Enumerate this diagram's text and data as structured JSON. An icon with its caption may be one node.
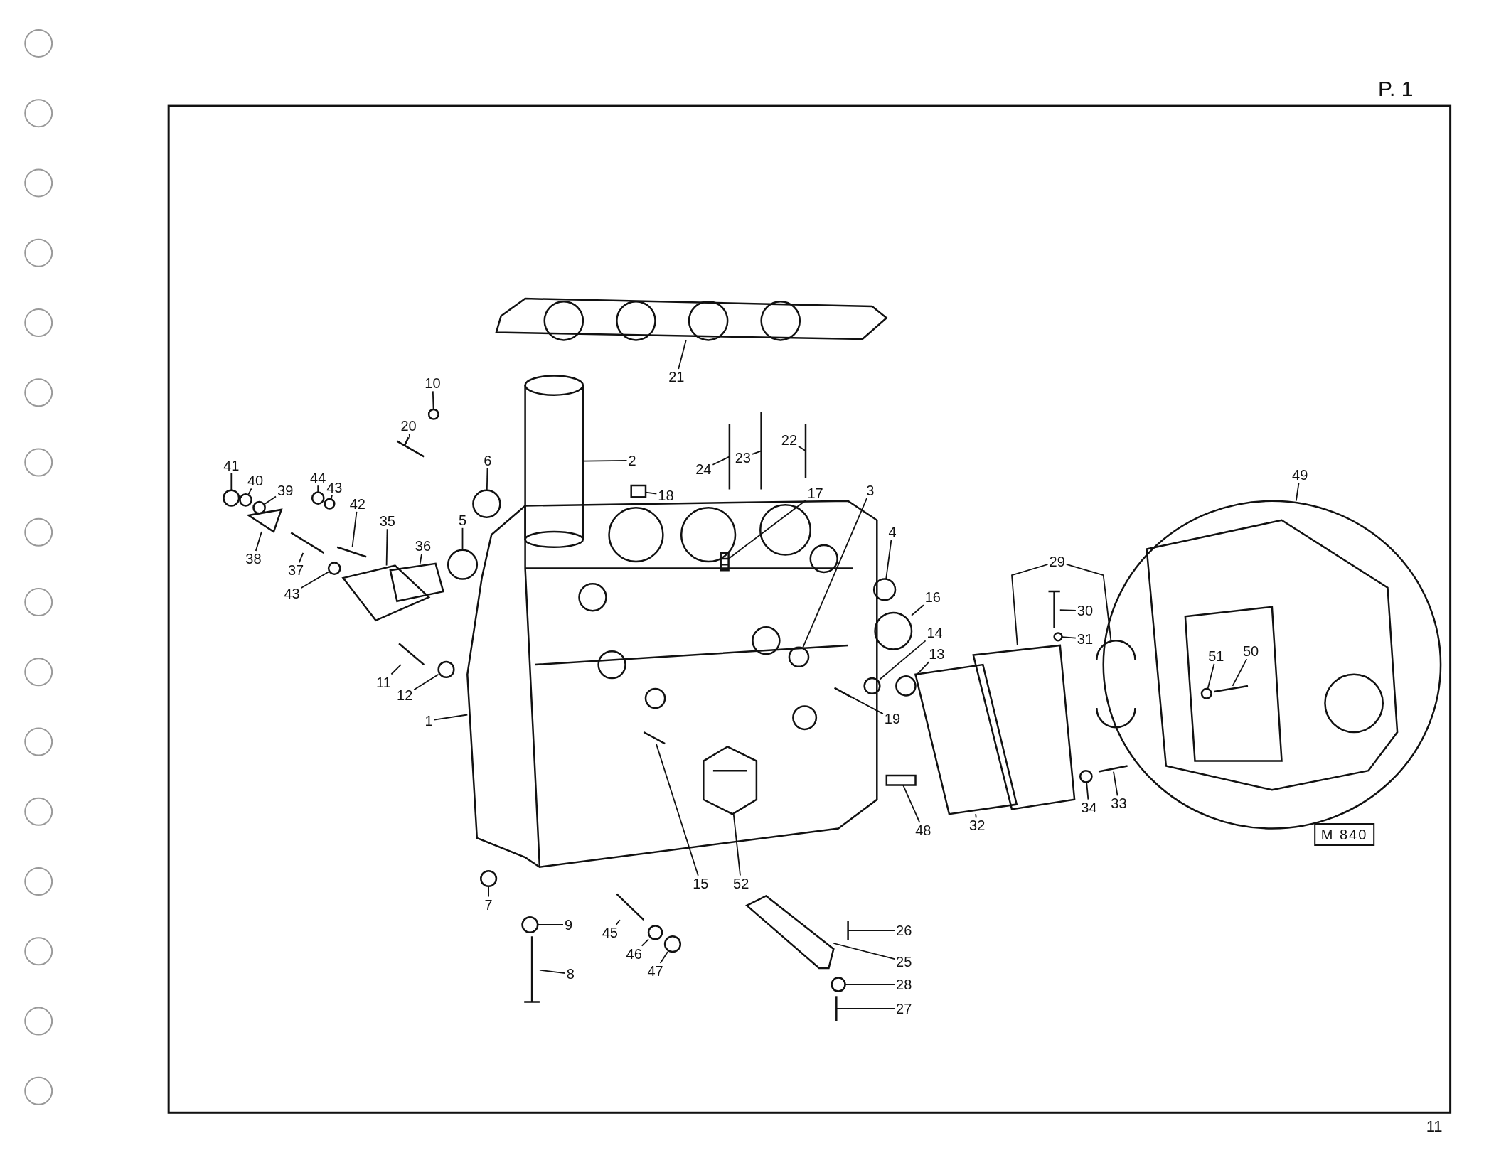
{
  "diagram": {
    "nodes": [
      {
        "text": [
          "10"
        ]
      },
      {
        "text": [
          "20"
        ]
      },
      {
        "text": [
          "41"
        ]
      },
      {
        "text": [
          "40"
        ]
      },
      {
        "text": [
          "39"
        ]
      },
      {
        "text": [
          "44"
        ]
      },
      {
        "text": [
          "43"
        ]
      },
      {
        "text": [
          "42"
        ]
      },
      {
        "text": [
          "38"
        ]
      },
      {
        "text": [
          "37"
        ]
      },
      {
        "text": [
          "43"
        ]
      },
      {
        "text": [
          "35"
        ]
      },
      {
        "text": [
          "36"
        ]
      },
      {
        "text": [
          "6"
        ]
      },
      {
        "text": [
          "5"
        ]
      },
      {
        "text": [
          "2"
        ]
      },
      {
        "text": [
          "18"
        ]
      },
      {
        "text": [
          "24"
        ]
      },
      {
        "text": [
          "23"
        ]
      },
      {
        "text": [
          "22"
        ]
      },
      {
        "text": [
          "21"
        ]
      },
      {
        "text": [
          "17"
        ]
      },
      {
        "text": [
          "3"
        ]
      },
      {
        "text": [
          "4"
        ]
      },
      {
        "text": [
          "16"
        ]
      },
      {
        "text": [
          "14"
        ]
      },
      {
        "text": [
          "13"
        ]
      },
      {
        "text": [
          "19"
        ]
      },
      {
        "text": [
          "11"
        ]
      },
      {
        "text": [
          "12"
        ]
      },
      {
        "text": [
          "1"
        ]
      },
      {
        "text": [
          "15"
        ]
      },
      {
        "text": [
          "52"
        ]
      },
      {
        "text": [
          "7"
        ]
      },
      {
        "text": [
          "9"
        ]
      },
      {
        "text": [
          "8"
        ]
      },
      {
        "text": [
          "45"
        ]
      },
      {
        "text": [
          "46"
        ]
      },
      {
        "text": [
          "47"
        ]
      },
      {
        "text": [
          "26"
        ]
      },
      {
        "text": [
          "25"
        ]
      },
      {
        "text": [
          "28"
        ]
      },
      {
        "text": [
          "27"
        ]
      },
      {
        "text": [
          "48"
        ]
      },
      {
        "text": [
          "32"
        ]
      },
      {
        "text": [
          "29"
        ]
      },
      {
        "text": [
          "30"
        ]
      },
      {
        "text": [
          "31"
        ]
      },
      {
        "text": [
          "34"
        ]
      },
      {
        "text": [
          "33"
        ]
      },
      {
        "text": [
          "49"
        ]
      },
      {
        "text": [
          "51"
        ],
        "in": 55
      },
      {
        "text": [
          "50"
        ],
        "in": 55
      },
      {
        "text": [
          "M 840"
        ]
      },
      {
        "text": [],
        "shape": "picture"
      },
      {
        "text": [],
        "shape": "picture"
      },
      {
        "text": [],
        "shape": "circle"
      },
      {
        "text": [],
        "shape": "picture"
      },
      {
        "text": [],
        "shape": "circle"
      },
      {
        "text": [],
        "shape": "circle"
      },
      {
        "text": [],
        "shape": "circle"
      },
      {
        "text": [],
        "shape": "circle"
      },
      {
        "text": [],
        "shape": "circle"
      },
      {
        "text": [],
        "shape": "picture"
      },
      {
        "text": [],
        "shape": "picture"
      },
      {
        "text": [],
        "shape": "picture"
      },
      {
        "text": [],
        "shape": "circle"
      },
      {
        "text": [],
        "shape": "picture"
      },
      {
        "text": [],
        "shape": "picture"
      },
      {
        "text": [],
        "shape": "circle"
      },
      {
        "text": [],
        "shape": "circle"
      },
      {
        "text": [],
        "shape": "picture"
      },
      {
        "text": [],
        "shape": "box"
      },
      {
        "text": [],
        "shape": "picture"
      },
      {
        "text": [],
        "shape": "picture"
      },
      {
        "text": [],
        "shape": "picture"
      },
      {
        "text": [],
        "shape": "picture"
      },
      {
        "text": [],
        "shape": "picture",
        "in": 54
      },
      {
        "text": [],
        "shape": "circle",
        "in": 54
      },
      {
        "text": [],
        "shape": "circle"
      },
      {
        "text": [],
        "shape": "circle"
      },
      {
        "text": [],
        "shape": "circle"
      },
      {
        "text": [],
        "shape": "circle"
      },
      {
        "text": [],
        "shape": "picture",
        "in": 54
      },
      {
        "text": [],
        "shape": "picture"
      },
      {
        "text": [],
        "shape": "circle"
      },
      {
        "text": [],
        "shape": "picture",
        "in": 54
      },
      {
        "text": [],
        "shape": "picture",
        "in": 54
      },
      {
        "text": [],
        "shape": "circle"
      },
      {
        "text": [],
        "shape": "circle"
      },
      {
        "text": [],
        "shape": "picture"
      },
      {
        "text": [],
        "shape": "picture"
      },
      {
        "text": [],
        "shape": "circle"
      },
      {
        "text": [],
        "shape": "circle"
      },
      {
        "text": [],
        "shape": "picture"
      },
      {
        "text": [],
        "shape": "picture"
      },
      {
        "text": [],
        "shape": "circle"
      },
      {
        "text": [],
        "shape": "picture"
      },
      {
        "text": [],
        "shape": "box"
      },
      {
        "text": [],
        "shape": "picture"
      },
      {
        "text": [],
        "shape": "picture"
      },
      {
        "text": [],
        "shape": "picture"
      },
      {
        "text": [],
        "shape": "picture"
      },
      {
        "text": [],
        "shape": "circle"
      },
      {
        "text": [],
        "shape": "circle"
      },
      {
        "text": [],
        "shape": "picture"
      },
      {
        "text": [],
        "shape": "circle",
        "in": 55
      },
      {
        "text": [],
        "shape": "picture",
        "in": 55
      }
    ],
    "edges": [
      {
        "from": 0,
        "to": 56,
        "arrow": "none"
      },
      {
        "from": 1,
        "to": 57,
        "arrow": "none"
      },
      {
        "from": 2,
        "to": 58,
        "arrow": "none"
      },
      {
        "from": 3,
        "to": 59,
        "arrow": "none"
      },
      {
        "from": 4,
        "to": 60,
        "arrow": "none"
      },
      {
        "from": 5,
        "to": 61,
        "arrow": "none"
      },
      {
        "from": 6,
        "to": 62,
        "arrow": "none"
      },
      {
        "from": 7,
        "to": 63,
        "arrow": "none"
      },
      {
        "from": 8,
        "to": 64,
        "arrow": "none"
      },
      {
        "from": 9,
        "to": 65,
        "arrow": "none"
      },
      {
        "from": 10,
        "to": 66,
        "arrow": "none"
      },
      {
        "from": 11,
        "to": 67,
        "arrow": "none"
      },
      {
        "from": 12,
        "to": 68,
        "arrow": "none"
      },
      {
        "from": 13,
        "to": 69,
        "arrow": "none"
      },
      {
        "from": 14,
        "to": 70,
        "arrow": "none"
      },
      {
        "from": 15,
        "to": 71,
        "arrow": "none"
      },
      {
        "from": 16,
        "to": 72,
        "arrow": "none"
      },
      {
        "from": 17,
        "to": 73,
        "arrow": "none"
      },
      {
        "from": 18,
        "to": 74,
        "arrow": "none"
      },
      {
        "from": 19,
        "to": 75,
        "arrow": "none"
      },
      {
        "from": 20,
        "to": 76,
        "arrow": "none"
      },
      {
        "from": 21,
        "to": 77,
        "arrow": "none"
      },
      {
        "from": 22,
        "to": 78,
        "arrow": "none"
      },
      {
        "from": 23,
        "to": 79,
        "arrow": "none"
      },
      {
        "from": 24,
        "to": 80,
        "arrow": "none"
      },
      {
        "from": 25,
        "to": 81,
        "arrow": "none"
      },
      {
        "from": 26,
        "to": 82,
        "arrow": "none"
      },
      {
        "from": 27,
        "to": 83,
        "arrow": "none"
      },
      {
        "from": 28,
        "to": 84,
        "arrow": "none"
      },
      {
        "from": 29,
        "to": 85,
        "arrow": "none"
      },
      {
        "from": 30,
        "to": 54,
        "arrow": "none"
      },
      {
        "from": 31,
        "to": 86,
        "arrow": "none"
      },
      {
        "from": 32,
        "to": 87,
        "arrow": "none"
      },
      {
        "from": 33,
        "to": 88,
        "arrow": "none"
      },
      {
        "from": 34,
        "to": 89,
        "arrow": "none"
      },
      {
        "from": 35,
        "to": 90,
        "arrow": "none"
      },
      {
        "from": 36,
        "to": 91,
        "arrow": "none"
      },
      {
        "from": 37,
        "to": 92,
        "arrow": "none"
      },
      {
        "from": 38,
        "to": 93,
        "arrow": "none"
      },
      {
        "from": 39,
        "to": 94,
        "arrow": "none"
      },
      {
        "from": 40,
        "to": 95,
        "arrow": "none"
      },
      {
        "from": 41,
        "to": 96,
        "arrow": "none"
      },
      {
        "from": 42,
        "to": 97,
        "arrow": "none"
      },
      {
        "from": 43,
        "to": 98,
        "arrow": "none"
      },
      {
        "from": 44,
        "to": 99,
        "arrow": "none"
      },
      {
        "from": 45,
        "to": 100,
        "arrow": "none"
      },
      {
        "from": 45,
        "to": 101,
        "arrow": "none"
      },
      {
        "from": 46,
        "to": 102,
        "arrow": "none"
      },
      {
        "from": 47,
        "to": 103,
        "arrow": "none"
      },
      {
        "from": 48,
        "to": 104,
        "arrow": "none"
      },
      {
        "from": 49,
        "to": 105,
        "arrow": "none"
      },
      {
        "from": 50,
        "to": 55,
        "arrow": "none"
      },
      {
        "from": 51,
        "to": 106,
        "arrow": "none"
      },
      {
        "from": 52,
        "to": 107,
        "arrow": "none"
      }
    ],
    "labels": [
      "P. 1",
      "11"
    ]
  }
}
